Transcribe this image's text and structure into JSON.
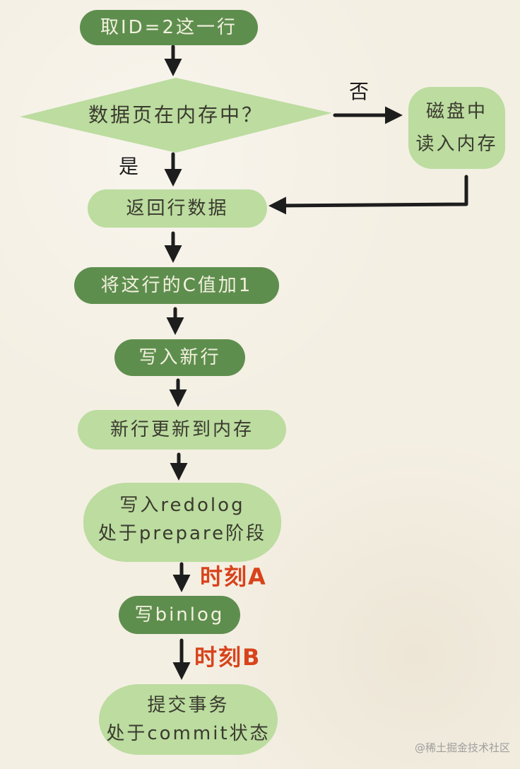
{
  "nodes": {
    "fetch_row": "取ID=2这一行",
    "decision": "数据页在内存中？",
    "disk_read": [
      "磁盘中",
      "读入内存"
    ],
    "return_row": "返回行数据",
    "increment_c": "将这行的C值加1",
    "write_row": "写入新行",
    "update_memory": "新行更新到内存",
    "write_redolog": [
      "写入redolog",
      "处于prepare阶段"
    ],
    "write_binlog": "写binlog",
    "commit": [
      "提交事务",
      "处于commit状态"
    ]
  },
  "edge_labels": {
    "no": "否",
    "yes": "是",
    "time_a": "时刻A",
    "time_b": "时刻B"
  },
  "watermark": "@稀土掘金技术社区",
  "colors": {
    "background": "#f4efe3",
    "dark_node": "#5e8e4e",
    "light_node": "#bcdca0",
    "dark_node_text": "#f3f1df",
    "light_node_text": "#3a3a2e",
    "arrow": "#1d1d1d",
    "time_label": "#d8431c",
    "watermark": "#9e9e9e"
  }
}
